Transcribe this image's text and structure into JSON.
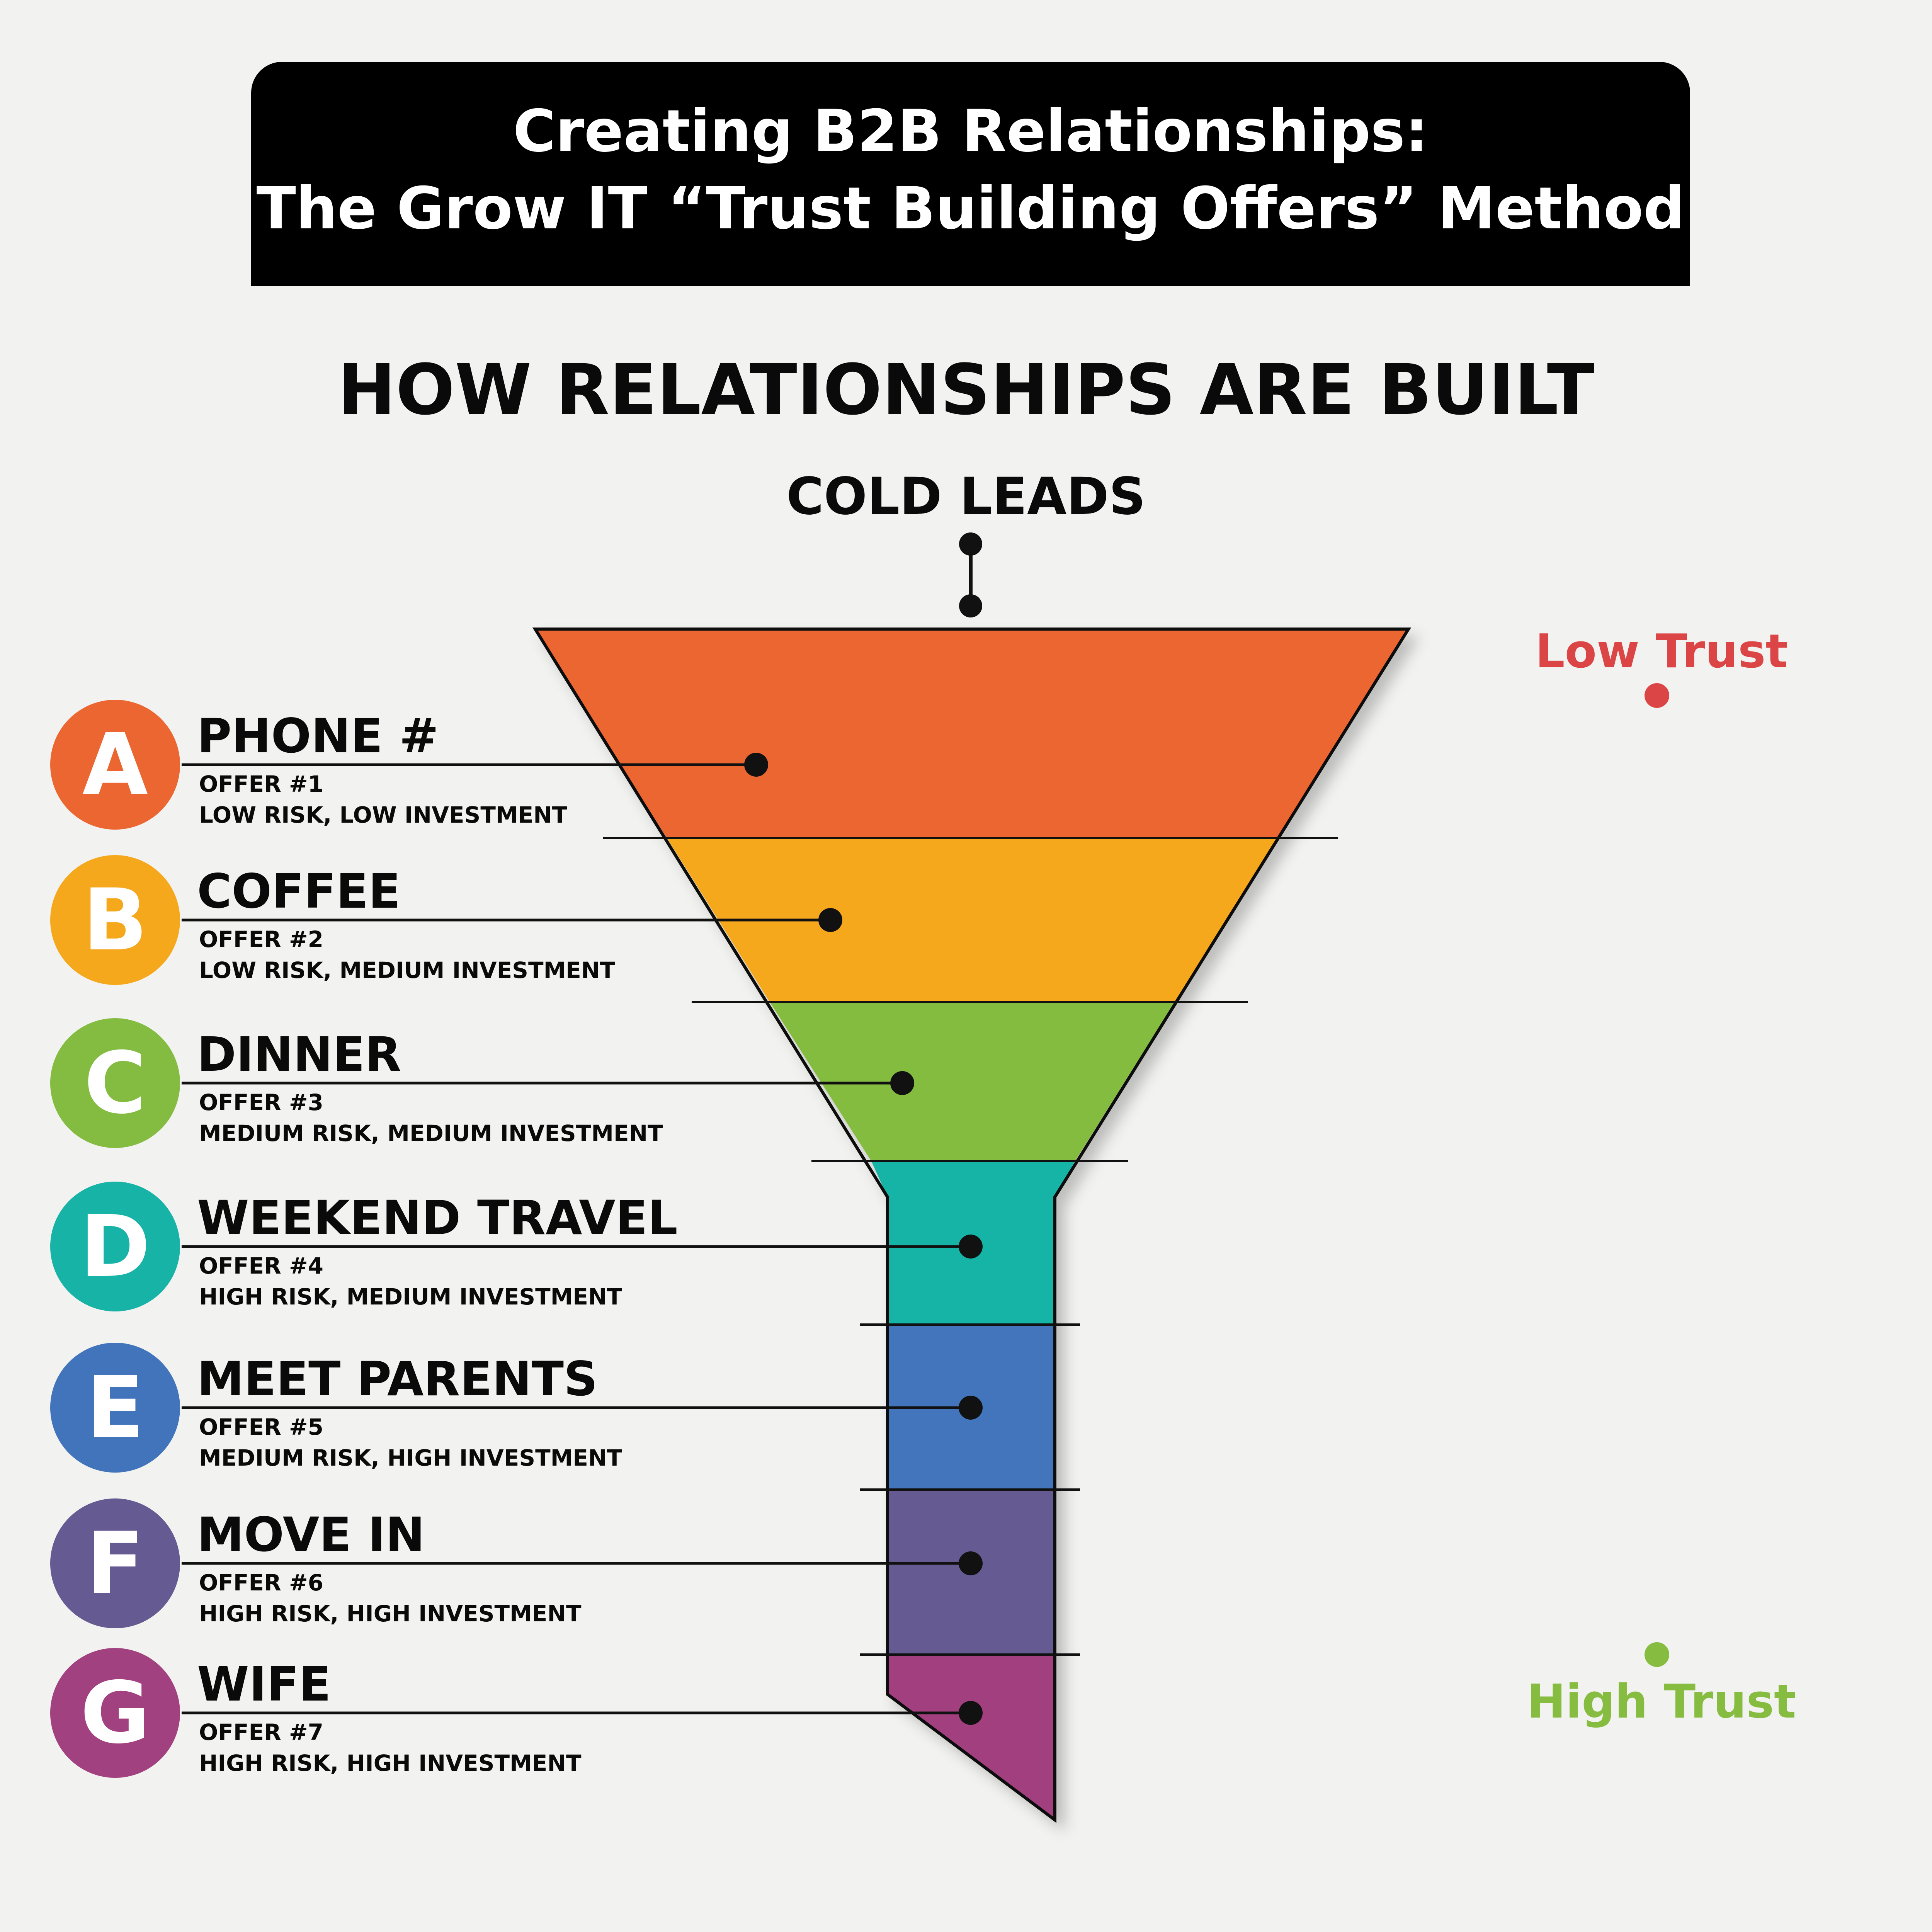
{
  "title": {
    "line1": "Creating B2B Relationships:",
    "line2": "The Grow IT “Trust Building Offers” Method"
  },
  "heading": "HOW RELATIONSHIPS ARE BUILT",
  "funnel_top_label": "COLD LEADS",
  "trust_scale": {
    "low_label": "Low Trust",
    "high_label": "High Trust",
    "low_color": "#dc4545",
    "mid_color": "#e3e42b",
    "high_color": "#86bc40"
  },
  "stages": [
    {
      "letter": "A",
      "name": "PHONE #",
      "offer": "OFFER #1",
      "description": "LOW RISK, LOW INVESTMENT",
      "color": "#ec6632"
    },
    {
      "letter": "B",
      "name": "COFFEE",
      "offer": "OFFER #2",
      "description": "LOW RISK, MEDIUM INVESTMENT",
      "color": "#f5a81c"
    },
    {
      "letter": "C",
      "name": "DINNER",
      "offer": "OFFER #3",
      "description": "MEDIUM RISK, MEDIUM INVESTMENT",
      "color": "#84bc41"
    },
    {
      "letter": "D",
      "name": "WEEKEND TRAVEL",
      "offer": "OFFER #4",
      "description": "HIGH RISK, MEDIUM INVESTMENT",
      "color": "#18b3a7"
    },
    {
      "letter": "E",
      "name": "MEET PARENTS",
      "offer": "OFFER #5",
      "description": "MEDIUM RISK, HIGH INVESTMENT",
      "color": "#4274bb"
    },
    {
      "letter": "F",
      "name": "MOVE IN",
      "offer": "OFFER #6",
      "description": "HIGH RISK, HIGH INVESTMENT",
      "color": "#665a92"
    },
    {
      "letter": "G",
      "name": "WIFE",
      "offer": "OFFER #7",
      "description": "HIGH RISK, HIGH INVESTMENT",
      "color": "#a2417f"
    }
  ]
}
